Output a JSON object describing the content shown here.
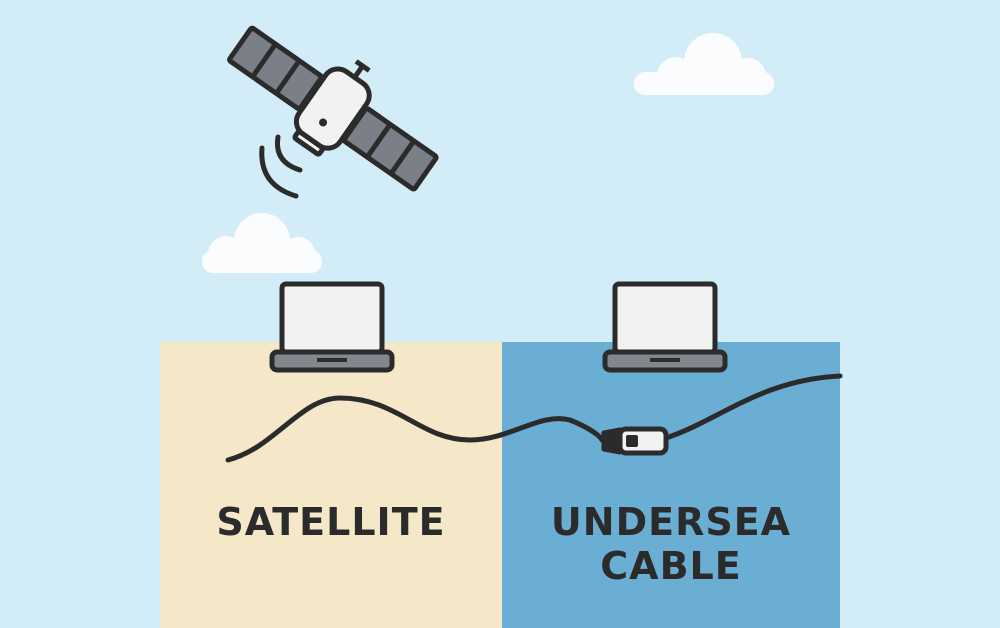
{
  "labels": {
    "left": "SATELLITE",
    "right_line1": "UNDERSEA",
    "right_line2": "CABLE"
  },
  "colors": {
    "sky": "#d3edf8",
    "land": "#f4e8c9",
    "sea": "#6aaed3",
    "cloud": "#fbfcfd",
    "outline": "#2b2b2b",
    "panel": "#7b8088",
    "device_gray": "#83878d",
    "screen": "#f2f2f2"
  },
  "icons": [
    "satellite-icon",
    "signal-waves-icon",
    "cloud-icon",
    "laptop-icon",
    "cable-connector-icon"
  ]
}
